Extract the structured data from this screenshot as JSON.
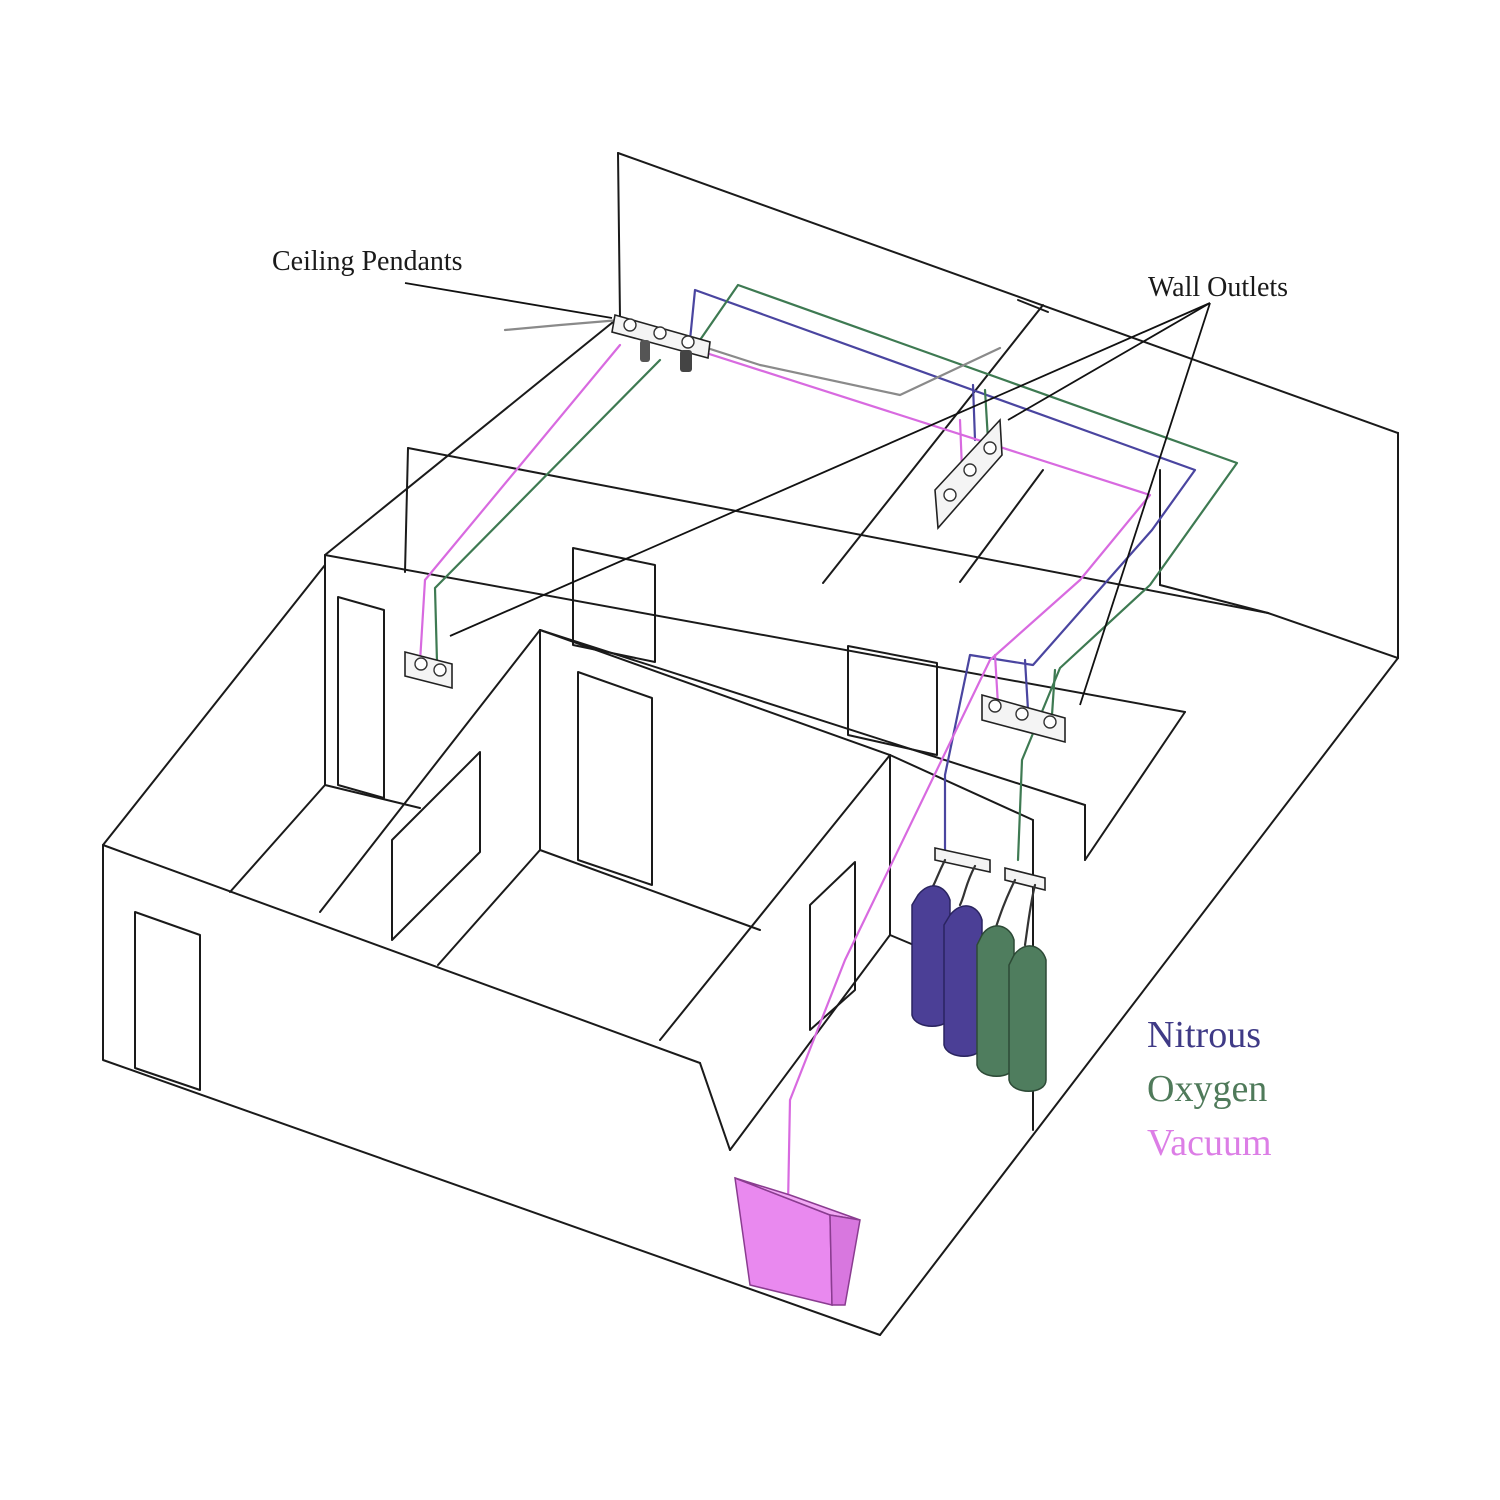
{
  "labels": {
    "ceiling_pendants": "Ceiling Pendants",
    "wall_outlets": "Wall Outlets"
  },
  "legend": [
    {
      "key": "nitrous",
      "label": "Nitrous",
      "color": "#3f3a86"
    },
    {
      "key": "oxygen",
      "label": "Oxygen",
      "color": "#4f7a5a"
    },
    {
      "key": "vacuum",
      "label": "Vacuum",
      "color": "#dc7ee6"
    }
  ],
  "colors": {
    "nitrous_line": "#4a45a0",
    "oxygen_line": "#3e7a52",
    "vacuum_line": "#d86ae0",
    "nitrous_tank": "#4b3f96",
    "oxygen_tank": "#4f7d5e",
    "vacuum_pump": "#e989ef",
    "wall_line": "#1a1a1a"
  }
}
